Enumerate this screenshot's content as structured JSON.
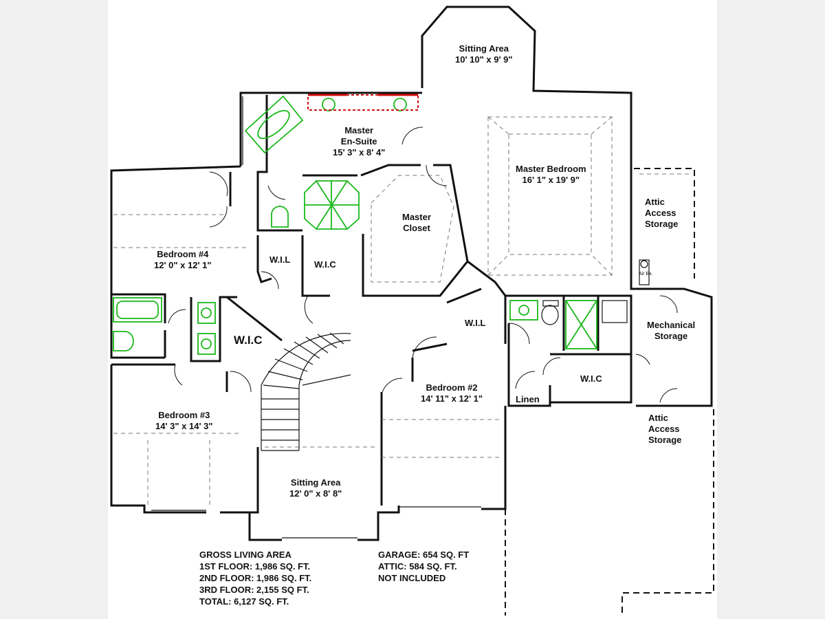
{
  "rooms": {
    "sitting_area_top": {
      "name": "Sitting Area",
      "size": "10' 10\" x 9' 9\""
    },
    "master_ensuite": {
      "line1": "Master",
      "line2": "En-Suite",
      "size": "15' 3\" x 8' 4\""
    },
    "master_bedroom": {
      "name": "Master Bedroom",
      "size": "16' 1\" x 19' 9\""
    },
    "master_closet": {
      "line1": "Master",
      "line2": "Closet"
    },
    "attic_right_top": {
      "line1": "Attic",
      "line2": "Access",
      "line3": "Storage"
    },
    "bedroom4": {
      "name": "Bedroom #4",
      "size": "12' 0\" x 12' 1\""
    },
    "wil_top": "W.I.L",
    "wic_top": "W.I.C",
    "wic_left": "W.I.C",
    "wil_mid": "W.I.L",
    "mechanical": {
      "line1": "Mechanical",
      "line2": "Storage"
    },
    "bedroom2": {
      "name": "Bedroom #2",
      "size": "14' 11\" x 12' 1\""
    },
    "wic_right": "W.I.C",
    "linen": "Linen",
    "attic_right_bottom": {
      "line1": "Attic",
      "line2": "Access",
      "line3": "Storage"
    },
    "bedroom3": {
      "name": "Bedroom #3",
      "size": "14' 3\" x 14' 3\""
    },
    "sitting_area_bottom": {
      "name": "Sitting Area",
      "size": "12' 0\" x 8' 8\""
    }
  },
  "equipment": {
    "air_exchanger": "Air Ex."
  },
  "footer": {
    "gross": {
      "title": "GROSS LIVING AREA",
      "floor1": "1ST FLOOR: 1,986 SQ. FT.",
      "floor2": "2ND FLOOR: 1,986 SQ. FT.",
      "floor3": "3RD FLOOR: 2,155 SQ FT.",
      "total": "TOTAL: 6,127 SQ. FT."
    },
    "garage": {
      "line1": "GARAGE: 654 SQ. FT",
      "line2": "ATTIC: 584 SQ. FT.",
      "line3": "NOT INCLUDED"
    }
  },
  "colors": {
    "walls": "#111111",
    "fixtures": "#19b819",
    "vanity": "#d01010",
    "page": "#ffffff",
    "margin": "#f0f0f0"
  }
}
